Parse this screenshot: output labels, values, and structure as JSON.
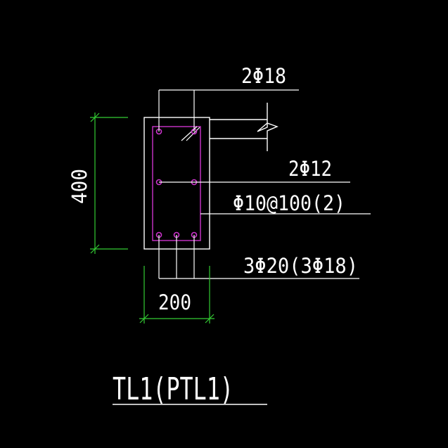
{
  "drawing": {
    "background": "#000000",
    "colors": {
      "outline": "#ffffff",
      "stirrup": "#cc33cc",
      "dimension": "#33cc33",
      "text": "#ffffff"
    },
    "labels": {
      "top_bars": "2Φ18",
      "side_bars": "2Φ12",
      "stirrups": "Φ10@100(2)",
      "bottom_bars": "3Φ20(3Φ18)",
      "height_dim": "400",
      "width_dim": "200",
      "title": "TL1(PTL1)"
    }
  }
}
